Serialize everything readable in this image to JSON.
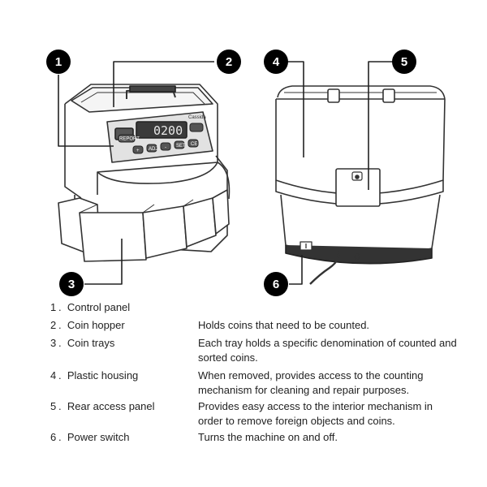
{
  "parts": [
    {
      "number": "1",
      "name": "Control panel",
      "description": ""
    },
    {
      "number": "2",
      "name": "Coin hopper",
      "description": "Holds coins that need to be counted."
    },
    {
      "number": "3",
      "name": "Coin trays",
      "description": "Each tray holds a specific denomination of counted and sorted coins."
    },
    {
      "number": "4",
      "name": "Plastic housing",
      "description": "When removed, provides access to the counting mechanism for cleaning and repair purposes."
    },
    {
      "number": "5",
      "name": "Rear access panel",
      "description": "Provides easy access to the interior mechanism in order to remove foreign objects and coins."
    },
    {
      "number": "6",
      "name": "Power switch",
      "description": "Turns the machine on and off."
    }
  ],
  "panel": {
    "display": "0200",
    "brand": "Cassida",
    "report_label": "REPORT",
    "key_labels": [
      "+",
      "ADJ",
      "-",
      "SET",
      "CE"
    ]
  },
  "colors": {
    "ink": "#222222",
    "callout": "#000000",
    "lcd": "#3a3a3a"
  }
}
